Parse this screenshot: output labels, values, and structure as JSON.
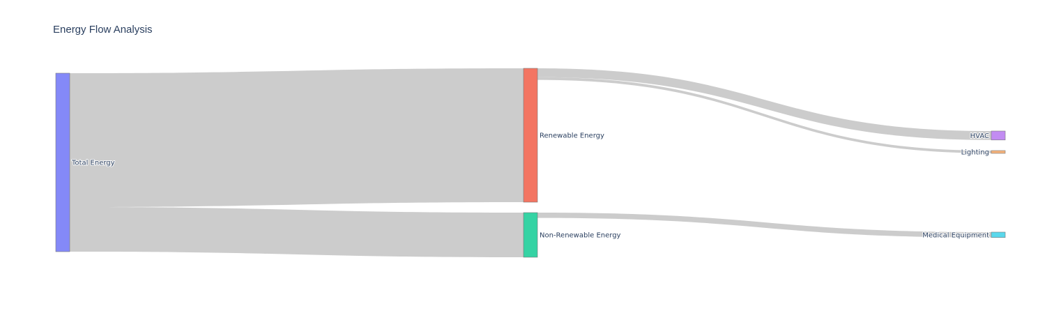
{
  "chart_data": {
    "type": "sankey",
    "title": "Energy Flow Analysis",
    "nodes": [
      {
        "id": "total",
        "label": "Total Energy",
        "color": "#8489f8"
      },
      {
        "id": "renewable",
        "label": "Renewable Energy",
        "color": "#f37562"
      },
      {
        "id": "nonrenewable",
        "label": "Non-Renewable Energy",
        "color": "#35d3a4"
      },
      {
        "id": "hvac",
        "label": "HVAC",
        "color": "#c28cf2"
      },
      {
        "id": "lighting",
        "label": "Lighting",
        "color": "#f6b37b"
      },
      {
        "id": "medical",
        "label": "Medical Equipment",
        "color": "#5ad8ec"
      }
    ],
    "links": [
      {
        "source": "total",
        "target": "renewable",
        "value": 75
      },
      {
        "source": "total",
        "target": "nonrenewable",
        "value": 25
      },
      {
        "source": "renewable",
        "target": "hvac",
        "value": 5
      },
      {
        "source": "renewable",
        "target": "lighting",
        "value": 1.5
      },
      {
        "source": "nonrenewable",
        "target": "medical",
        "value": 3
      }
    ],
    "link_color": "#c9c9c9"
  }
}
